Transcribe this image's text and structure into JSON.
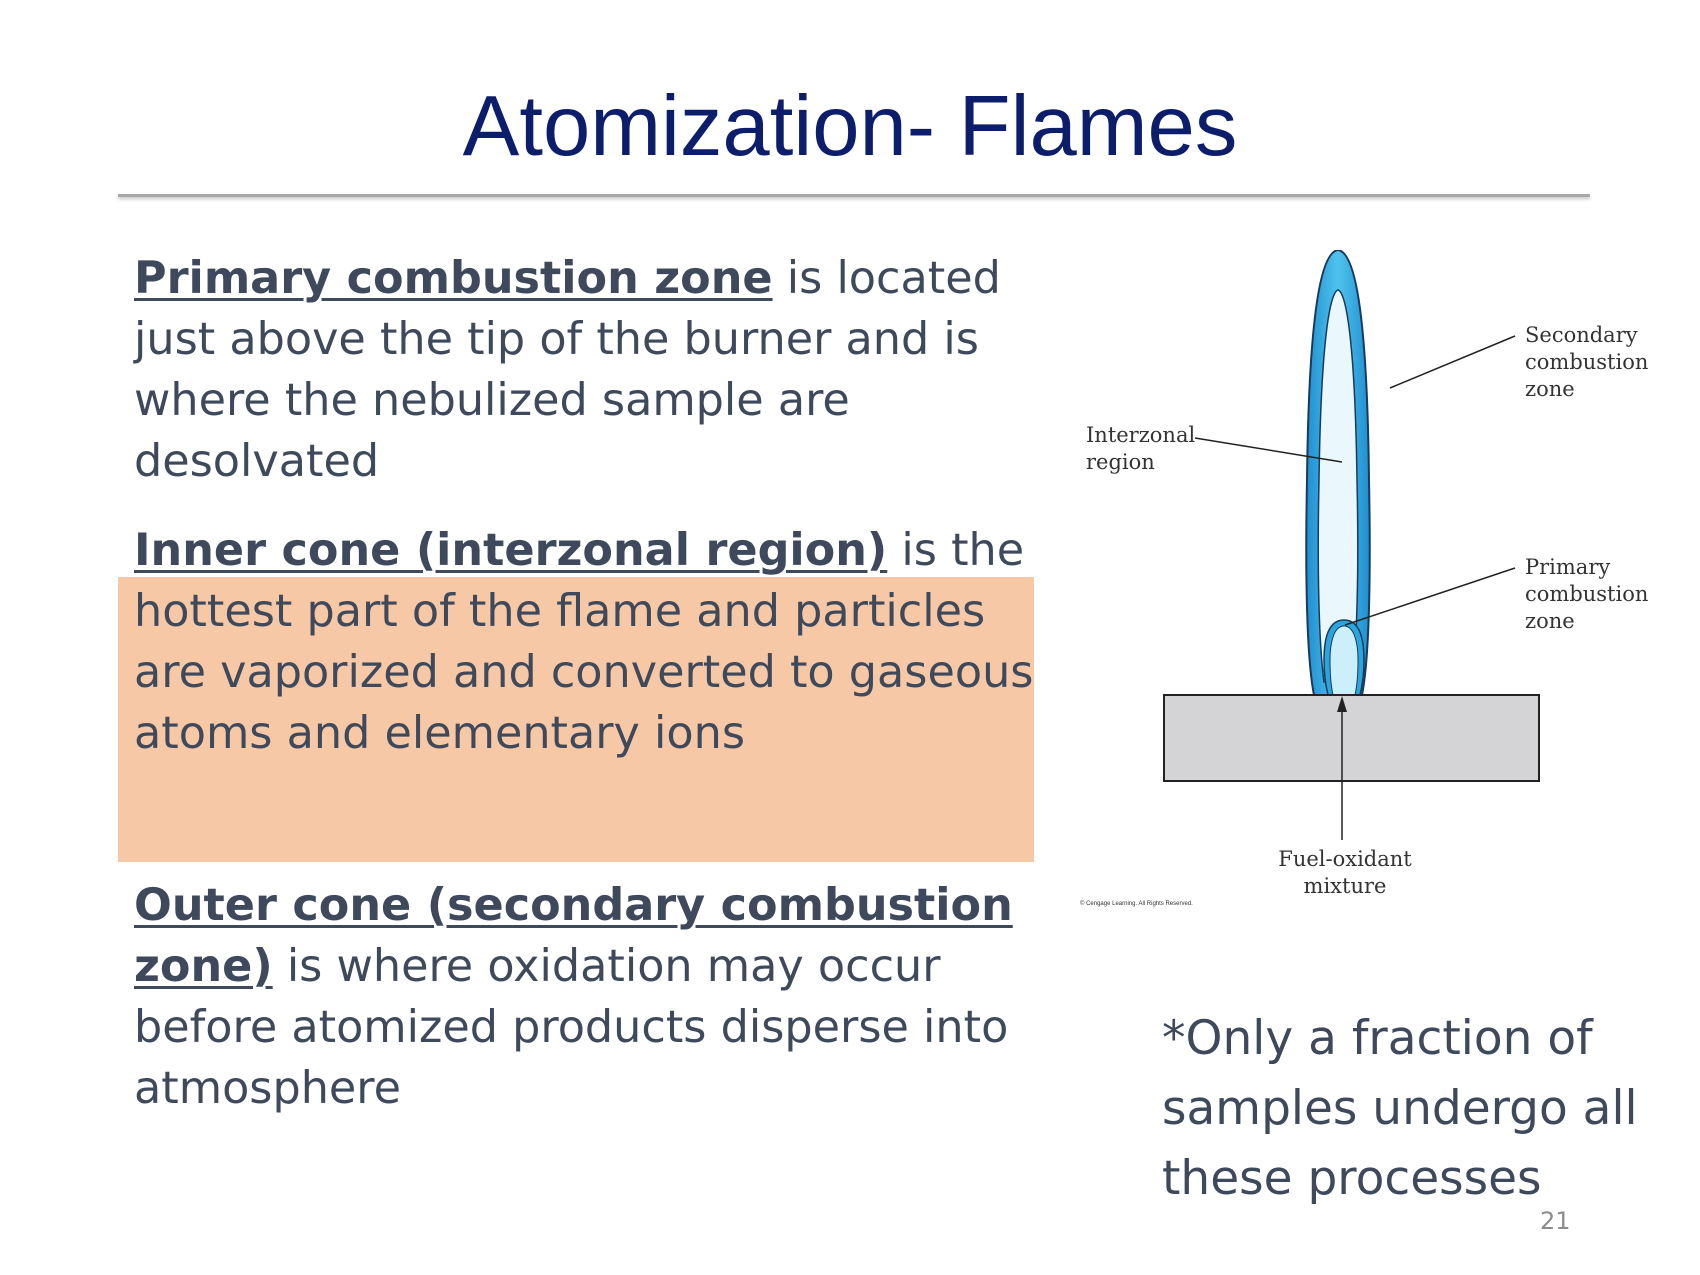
{
  "slide": {
    "title": "Atomization- Flames",
    "page_number": "21"
  },
  "paragraphs": [
    {
      "term": "Primary combustion zone",
      "text": " is located just above the tip of the burner and is where the nebulized sample are desolvated"
    },
    {
      "term": "Inner cone (interzonal region)",
      "text": " is the hottest part of the flame and particles are vaporized and converted to gaseous atoms and elementary ions"
    },
    {
      "term": "Outer cone (secondary combustion zone)",
      "text": " is where oxidation may occur before atomized products disperse into atmosphere"
    }
  ],
  "note": "*Only a fraction of samples undergo all these processes",
  "figure": {
    "labels": {
      "secondary": [
        "Secondary",
        "combustion",
        "zone"
      ],
      "interzonal": [
        "Interzonal",
        "region"
      ],
      "primary": [
        "Primary",
        "combustion",
        "zone"
      ],
      "mixture": [
        "Fuel-oxidant",
        "mixture"
      ]
    },
    "copyright": "© Cengage Learning. All Rights Reserved."
  },
  "colors": {
    "title": "#0c1d6b",
    "body_text": "#3e4a5c",
    "highlight": "#f7c8a6",
    "flame_outer": "#29a8e0",
    "flame_inner": "#e8f6fc",
    "burner": "#d4d4d6"
  }
}
